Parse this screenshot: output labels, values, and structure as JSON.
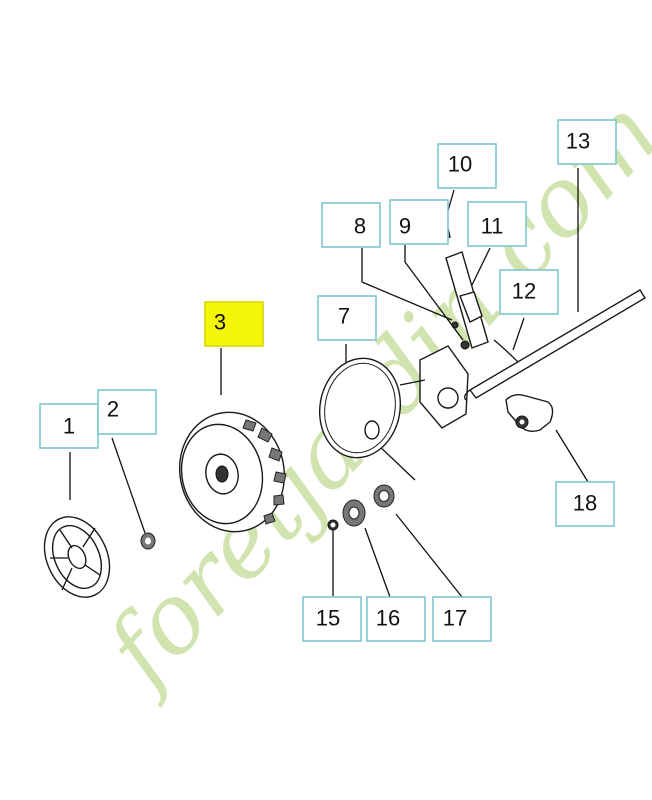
{
  "watermark": {
    "text": "foretjardin.com",
    "color_green": "#c9e0a3",
    "color_orange": "#f3a64b",
    "color_brown": "#b9ab97"
  },
  "colors": {
    "label_border": "#7fc7cf",
    "highlight_fill": "#f5f50a",
    "line": "#111111"
  },
  "labels": {
    "p1": "1",
    "p2": "2",
    "p3": "3",
    "p7": "7",
    "p8": "8",
    "p9": "9",
    "p10": "10",
    "p11": "11",
    "p12": "12",
    "p13": "13",
    "p15": "15",
    "p16": "16",
    "p17": "17",
    "p18": "18"
  }
}
